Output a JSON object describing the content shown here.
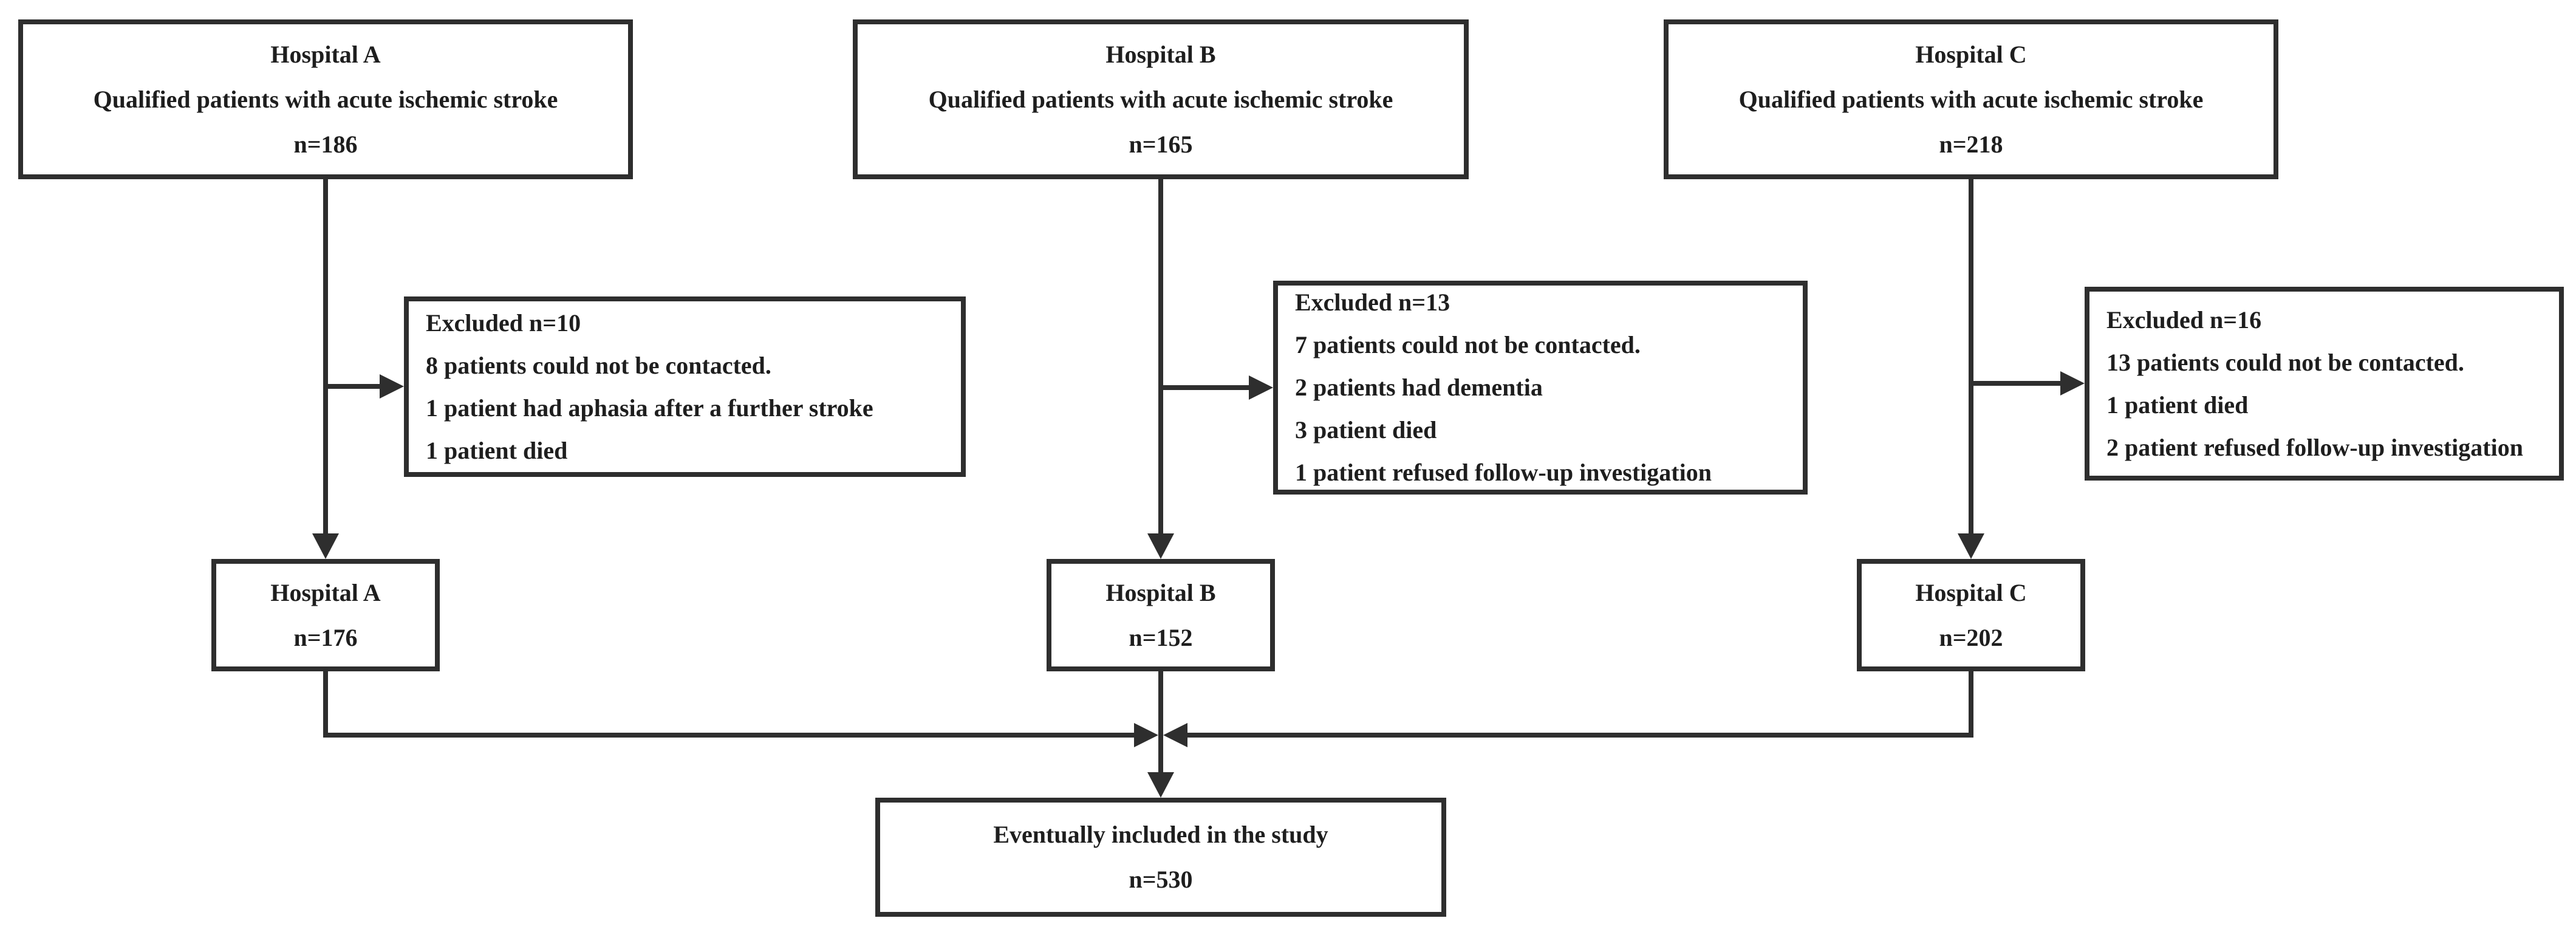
{
  "flowchart": {
    "colors": {
      "line": "#2e2e2e",
      "text": "#1e1e1e",
      "background": "#ffffff"
    },
    "columns": [
      {
        "enrolled": {
          "title": "Hospital A",
          "description": "Qualified patients with acute ischemic stroke",
          "count": "n=186"
        },
        "excluded": {
          "header": "Excluded n=10",
          "reasons": [
            "8 patients could not be contacted.",
            "1 patient had aphasia after a further stroke",
            "1 patient died"
          ]
        },
        "after_exclusion": {
          "title": "Hospital A",
          "count": "n=176"
        }
      },
      {
        "enrolled": {
          "title": "Hospital B",
          "description": "Qualified patients with acute ischemic stroke",
          "count": "n=165"
        },
        "excluded": {
          "header": "Excluded n=13",
          "reasons": [
            "7 patients could not be contacted.",
            "2 patients had dementia",
            "3 patient died",
            "1 patient refused follow-up investigation"
          ]
        },
        "after_exclusion": {
          "title": "Hospital B",
          "count": "n=152"
        }
      },
      {
        "enrolled": {
          "title": "Hospital C",
          "description": "Qualified patients with acute ischemic stroke",
          "count": "n=218"
        },
        "excluded": {
          "header": "Excluded n=16",
          "reasons": [
            "13 patients could not be contacted.",
            "1 patient died",
            "2 patient refused follow-up investigation"
          ]
        },
        "after_exclusion": {
          "title": "Hospital C",
          "count": "n=202"
        }
      }
    ],
    "final": {
      "title": "Eventually included in the study",
      "count": "n=530"
    }
  }
}
